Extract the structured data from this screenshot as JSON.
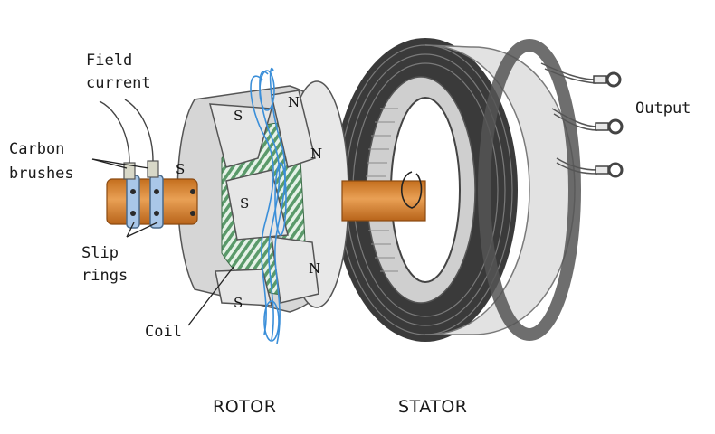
{
  "labels": {
    "field_current_line1": "Field",
    "field_current_line2": "current",
    "carbon_brushes_line1": "Carbon",
    "carbon_brushes_line2": "brushes",
    "slip_rings_line1": "Slip",
    "slip_rings_line2": "rings",
    "coil": "Coil",
    "output": "Output"
  },
  "captions": {
    "rotor": "ROTOR",
    "stator": "STATOR"
  },
  "poles": {
    "s_top": "S",
    "n_top": "N",
    "s_left": "S",
    "n_right": "N",
    "s_center": "S",
    "n_bottom": "N",
    "s_bottom": "S"
  },
  "colors": {
    "shaft": "#d9822b",
    "slip_ring": "#a9c7e8",
    "coil_green": "#5a9a6a",
    "flux_blue": "#3b8fd9",
    "rotor_gray": "#d6d6d6",
    "stator_dark": "#3a3a3a",
    "stator_light": "#e4e4e4"
  }
}
